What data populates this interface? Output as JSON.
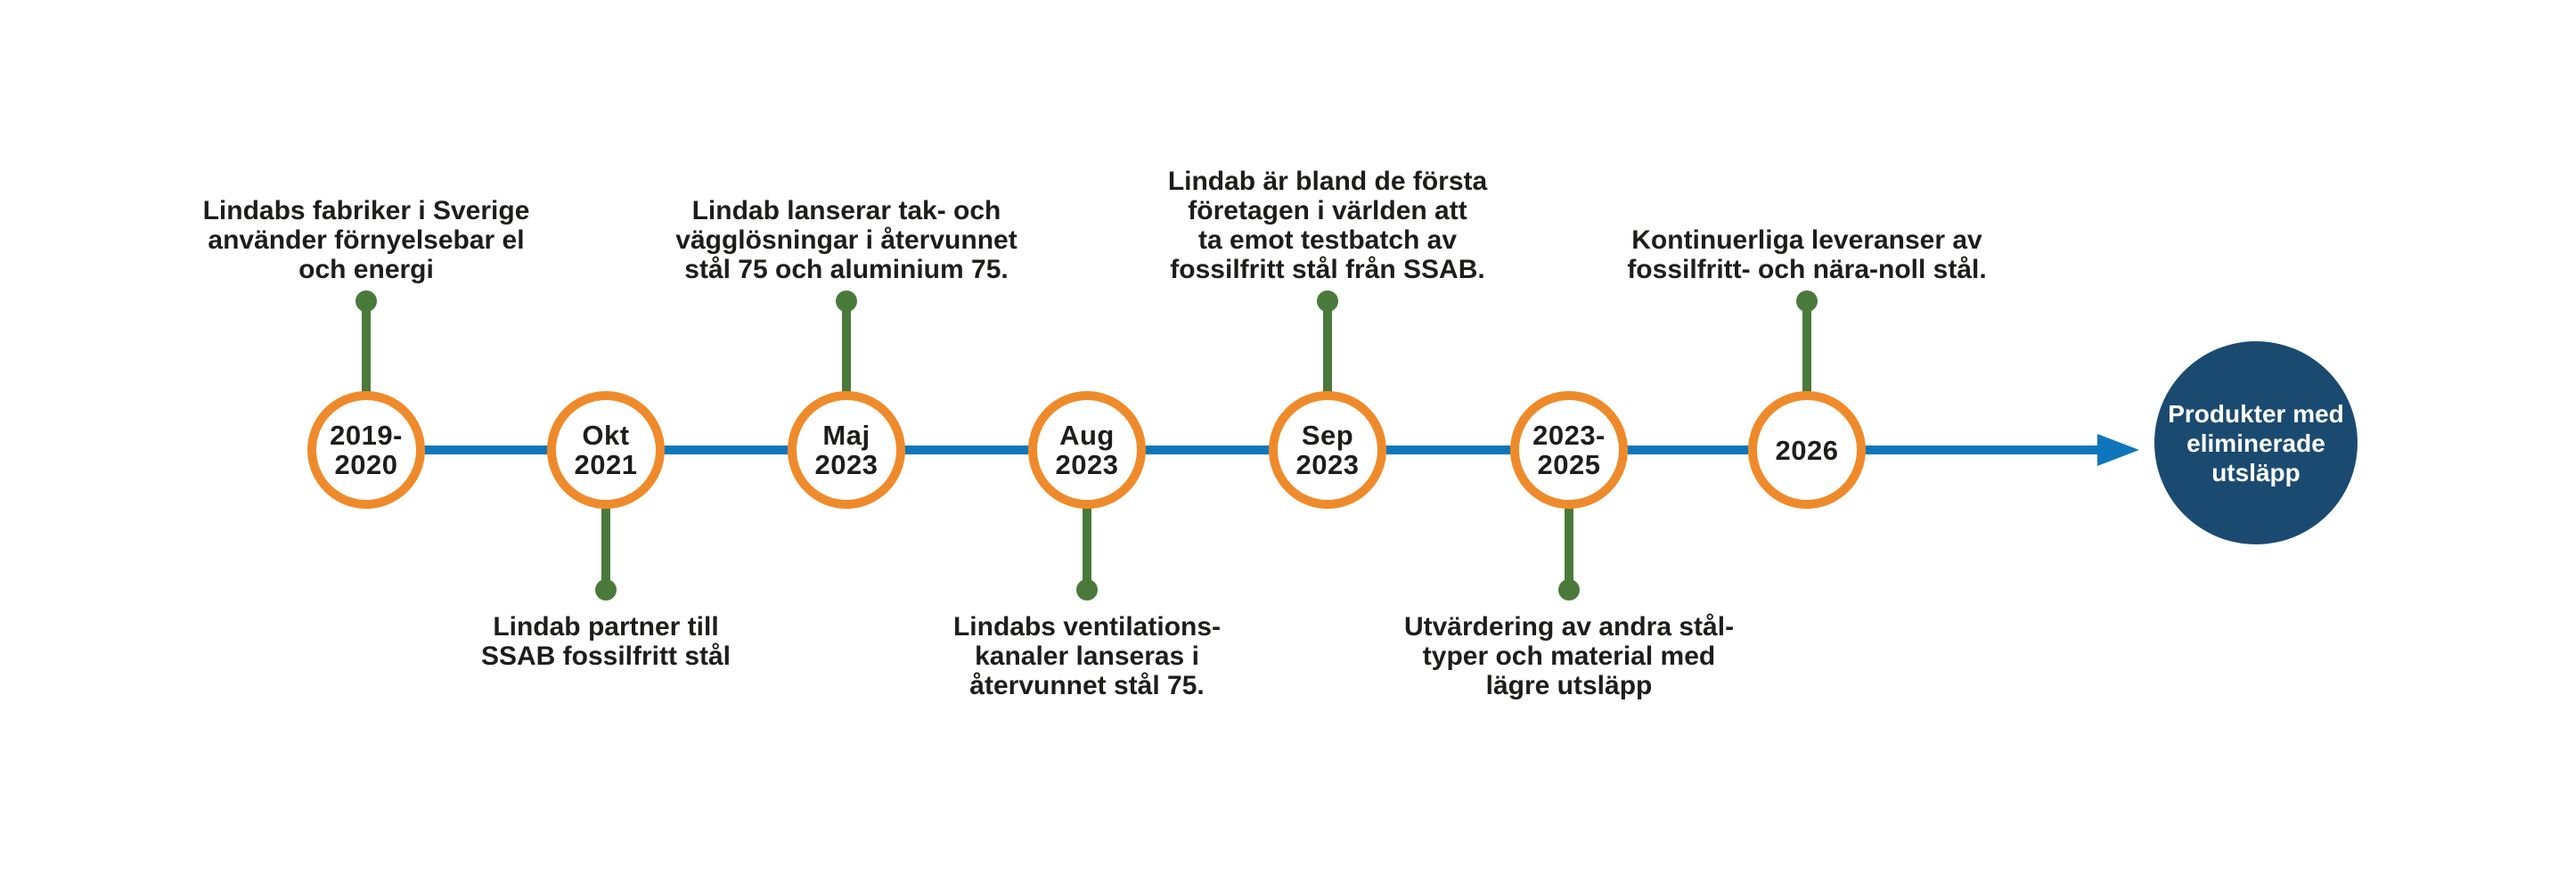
{
  "colors": {
    "circle_ring_orange": "#EF8A2B",
    "timeline_blue": "#0F76BC",
    "connector_green": "#4A7A3B",
    "end_circle_navy": "#1B4A71",
    "text_dark": "#1D1D1B",
    "end_text_white": "#FFFFFF"
  },
  "milestones": [
    {
      "date": "2019-\n2020",
      "side": "above",
      "label": "Lindabs fabriker i Sverige\nanvänder förnyelsebar el\noch energi"
    },
    {
      "date": "Okt\n2021",
      "side": "below",
      "label": "Lindab partner till\nSSAB fossilfritt stål"
    },
    {
      "date": "Maj\n2023",
      "side": "above",
      "label": "Lindab lanserar tak- och\nvägglösningar i återvunnet\nstål 75 och aluminium 75."
    },
    {
      "date": "Aug\n2023",
      "side": "below",
      "label": "Lindabs ventilations-\nkanaler lanseras i\nåtervunnet stål 75."
    },
    {
      "date": "Sep\n2023",
      "side": "above",
      "label": "Lindab är bland de första\nföretagen i världen att\nta emot testbatch av\nfossilfritt stål från SSAB."
    },
    {
      "date": "2023-\n2025",
      "side": "below",
      "label": "Utvärdering av andra stål-\ntyper och material med\nlägre utsläpp"
    },
    {
      "date": "2026",
      "side": "above",
      "label": "Kontinuerliga leveranser av\nfossilfritt- och nära-noll stål."
    }
  ],
  "end_node": {
    "label": "Produkter med\neliminerade\nutsläpp"
  }
}
